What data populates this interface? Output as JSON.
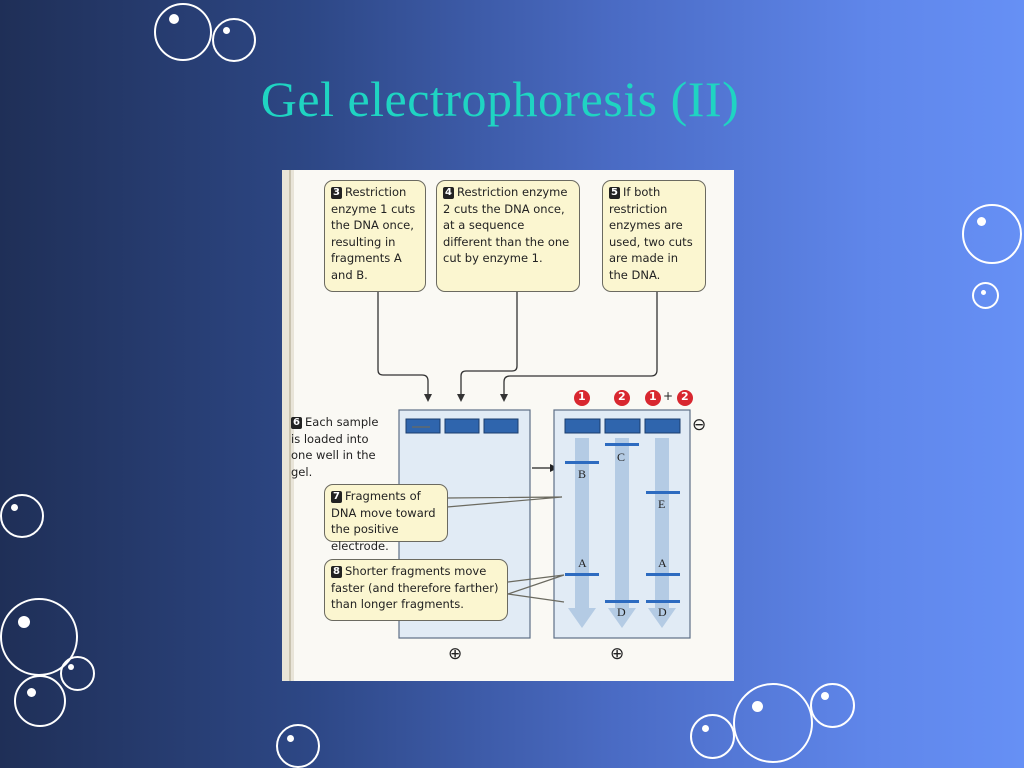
{
  "slide": {
    "title": "Gel electrophoresis (II)"
  },
  "callouts": [
    {
      "num": "3",
      "text": "Restriction enzyme 1 cuts the DNA once, resulting in fragments A and B."
    },
    {
      "num": "4",
      "text": "Restriction enzyme 2 cuts the DNA once, at a sequence different than the one cut by enzyme 1."
    },
    {
      "num": "5",
      "text": "If both restriction enzymes are used, two cuts are made in the DNA."
    },
    {
      "num": "6",
      "text": "Each sample is loaded into one well in the gel."
    },
    {
      "num": "7",
      "text": "Fragments of DNA move toward the positive electrode."
    },
    {
      "num": "8",
      "text": "Shorter fragments move faster (and therefore farther) than longer fragments."
    }
  ],
  "lanes": {
    "lane1": "1",
    "lane2": "2",
    "lane3a": "1",
    "plus": "+",
    "lane3b": "2"
  },
  "electrodes": {
    "negative": "⊖",
    "positive_left": "⊕",
    "positive_right": "⊕"
  },
  "bands": {
    "lane1_top": "B",
    "lane1_bottom": "A",
    "lane2_top": "C",
    "lane2_bottom": "D",
    "lane3_top": "E",
    "lane3_mid": "A",
    "lane3_bottom": "D"
  },
  "colors": {
    "background_dark": "#1f2f57",
    "background_light": "#6690f5",
    "title": "#1fd4c2",
    "callout_fill": "#fbf6d0",
    "gel_fill": "#e3ecf6",
    "well": "#2f65ad",
    "lane_arrow": "#b5cde6",
    "band": "#2d6bc0",
    "lane_badge": "#d8272f"
  }
}
